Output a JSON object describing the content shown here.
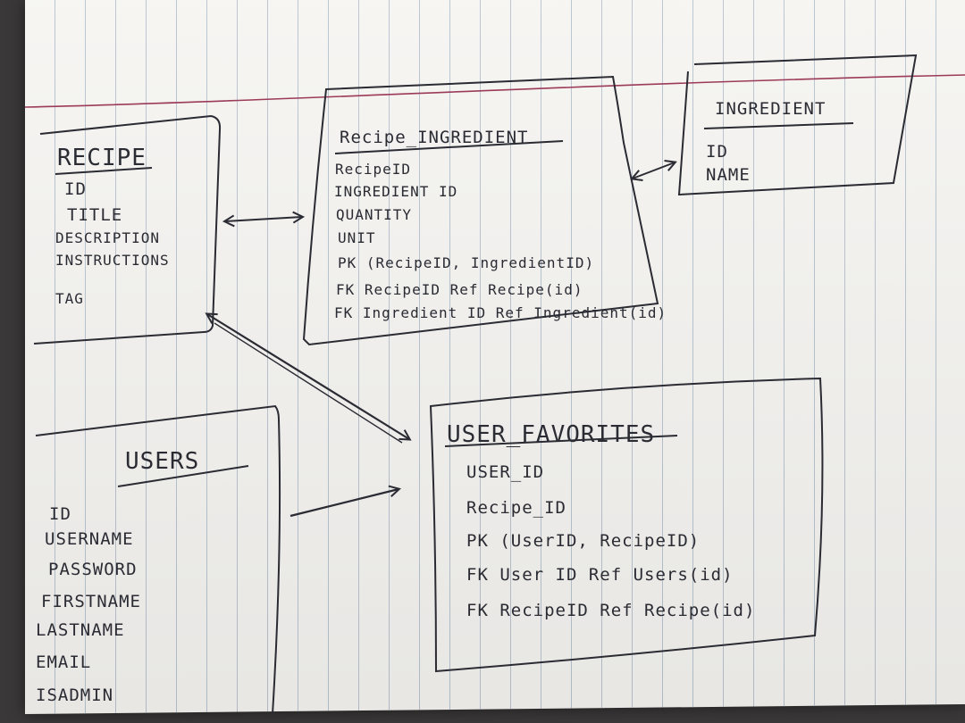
{
  "tables": {
    "recipe": {
      "title": "RECIPE",
      "fields": [
        "ID",
        "TITLE",
        "DESCRIPTION",
        "INSTRUCTIONS",
        "TAG"
      ]
    },
    "recipe_ingredient": {
      "title": "Recipe_INGREDIENT",
      "fields": [
        "RecipeID",
        "INGREDIENT ID",
        "QUANTITY",
        "UNIT",
        "PK (RecipeID, IngredientID)",
        "FK RecipeID Ref Recipe(id)",
        "FK Ingredient ID Ref Ingredient(id)"
      ]
    },
    "ingredient": {
      "title": "INGREDIENT",
      "fields": [
        "ID",
        "NAME"
      ]
    },
    "users": {
      "title": "USERS",
      "fields": [
        "ID",
        "USERNAME",
        "PASSWORD",
        "FIRSTNAME",
        "LASTNAME",
        "EMAIL",
        "ISADMIN"
      ]
    },
    "user_favorites": {
      "title": "USER_FAVORITES",
      "fields": [
        "USER_ID",
        "Recipe_ID",
        "PK (UserID, RecipeID)",
        "FK User ID Ref Users(id)",
        "FK RecipeID Ref Recipe(id)"
      ]
    }
  },
  "colors": {
    "ink": "#2a2b33",
    "margin_line": "#9c3a5a",
    "rule_line": "#b9c4d0",
    "paper": "#f6f5f2"
  }
}
